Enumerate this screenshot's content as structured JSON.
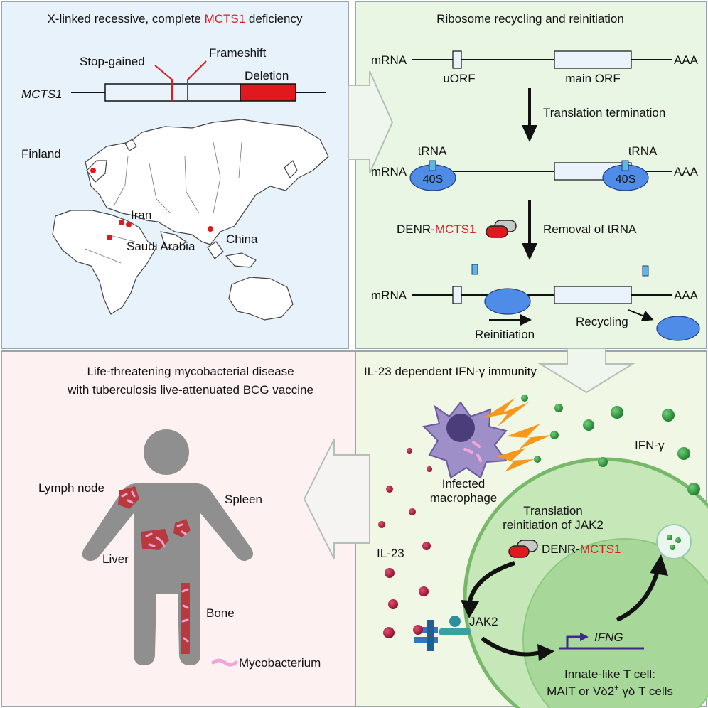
{
  "top_left": {
    "title_pre": "X-linked recessive, complete ",
    "title_red": "MCTS1",
    "title_post": " deficiency",
    "gene": "MCTS1",
    "mutations": [
      "Stop-gained",
      "Frameshift",
      "Deletion"
    ],
    "countries": [
      "Finland",
      "Iran",
      "Saudi Arabia",
      "China"
    ]
  },
  "top_right": {
    "title": "Ribosome recycling and reinitiation",
    "mrna": "mRNA",
    "aaa": "AAA",
    "uorf": "uORF",
    "main_orf": "main ORF",
    "trna": "tRNA",
    "ribosome": "40S",
    "steps": [
      "Translation termination",
      "Removal of tRNA"
    ],
    "denr": "DENR-",
    "mcts1": "MCTS1",
    "reinitiation": "Reinitiation",
    "recycling": "Recycling"
  },
  "bottom_left": {
    "title_line1": "Life-threatening mycobacterial disease",
    "title_line2": "with tuberculosis live-attenuated BCG vaccine",
    "organs": [
      "Lymph node",
      "Spleen",
      "Liver",
      "Bone"
    ],
    "legend": "Mycobacterium"
  },
  "bottom_right": {
    "title": "IL-23 dependent IFN-γ immunity",
    "macrophage_line1": "Infected",
    "macrophage_line2": "macrophage",
    "ifn": "IFN-γ",
    "il23": "IL-23",
    "translation_line1": "Translation",
    "translation_line2": "reinitiation of JAK2",
    "denr": "DENR-",
    "mcts1": "MCTS1",
    "jak2": "JAK2",
    "ifng": "IFNG",
    "tcell_line1": "Innate-like T cell:",
    "tcell_line2_a": "MAIT or Vδ2",
    "tcell_line2_sup": "+",
    "tcell_line2_b": " γδ T cells"
  },
  "colors": {
    "accent_red": "#e0191f",
    "ribosome_blue": "#4f8ce8",
    "tcell_green": "#a7d89a",
    "body_gray": "#8f8f8f"
  }
}
